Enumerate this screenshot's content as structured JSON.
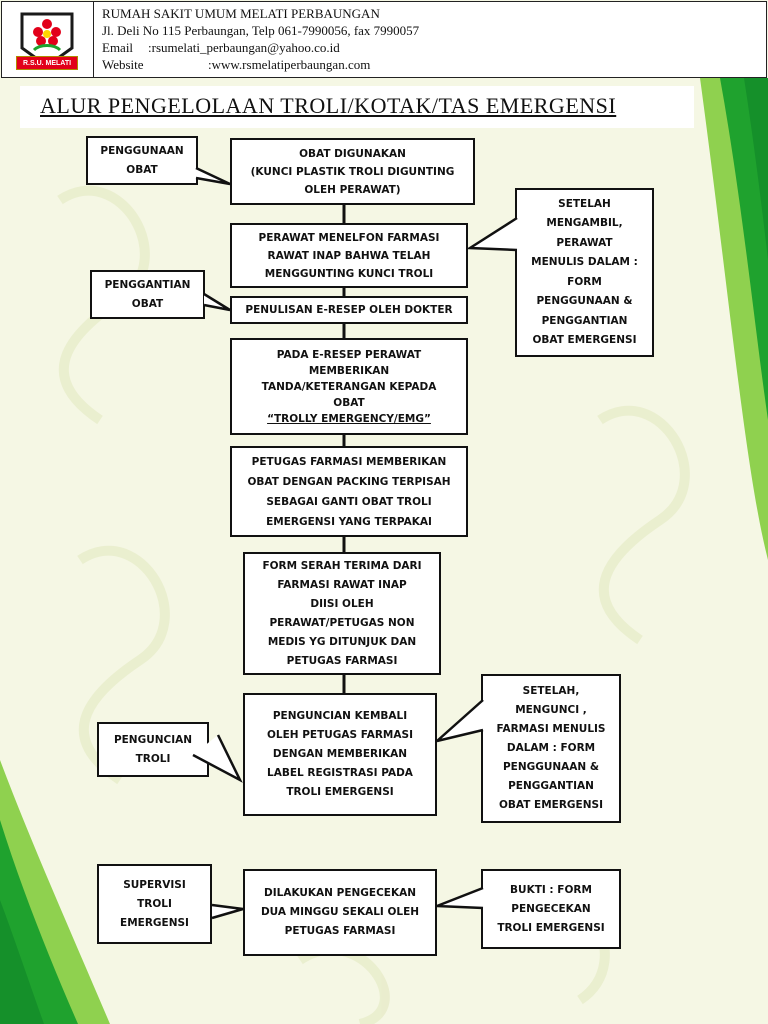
{
  "header": {
    "hospital_name": "RUMAH SAKIT UMUM MELATI PERBAUNGAN",
    "address": "Jl. Deli No 115 Perbaungan, Telp 061-7990056, fax 7990057",
    "email_label": "Email",
    "email_value": ":rsumelati_perbaungan@yahoo.co.id",
    "website_label": "Website",
    "website_value": ":www.rsmelatiperbaungan.com",
    "logo_text": "R.S.U. MELATI"
  },
  "title": "ALUR PENGELOLAAN TROLI/KOTAK/TAS EMERGENSI",
  "flow": [
    {
      "lines": [
        "OBAT DIGUNAKAN",
        "(KUNCI PLASTIK TROLI DIGUNTING",
        "OLEH PERAWAT)"
      ]
    },
    {
      "lines": [
        "PERAWAT MENELFON FARMASI",
        "RAWAT INAP BAHWA TELAH",
        "MENGGUNTING  KUNCI TROLI"
      ]
    },
    {
      "lines": [
        "PENULISAN E-RESEP OLEH DOKTER"
      ]
    },
    {
      "lines": [
        "PADA E-RESEP PERAWAT",
        "MEMBERIKAN",
        "TANDA/KETERANGAN KEPADA",
        "OBAT",
        "“TROLLY EMERGENCY/EMG”"
      ]
    },
    {
      "lines": [
        "PETUGAS FARMASI MEMBERIKAN",
        "OBAT DENGAN PACKING TERPISAH",
        "SEBAGAI GANTI OBAT TROLI",
        "EMERGENSI YANG TERPAKAI"
      ]
    },
    {
      "lines": [
        "FORM SERAH TERIMA DARI",
        "FARMASI RAWAT INAP",
        "DIISI OLEH",
        "PERAWAT/PETUGAS NON",
        "MEDIS YG DITUNJUK DAN",
        "PETUGAS FARMASI"
      ]
    },
    {
      "lines": [
        "PENGUNCIAN KEMBALI",
        "OLEH PETUGAS FARMASI",
        "DENGAN MEMBERIKAN",
        "LABEL REGISTRASI PADA",
        "TROLI EMERGENSI"
      ]
    },
    {
      "lines": [
        "DILAKUKAN PENGECEKAN",
        "DUA MINGGU SEKALI OLEH",
        "PETUGAS FARMASI"
      ]
    }
  ],
  "left_labels": [
    {
      "lines": [
        "PENGGUNAAN",
        "OBAT"
      ]
    },
    {
      "lines": [
        "PENGGANTIAN",
        "OBAT"
      ]
    },
    {
      "lines": [
        "PENGUNCIAN",
        "TROLI"
      ]
    },
    {
      "lines": [
        "SUPERVISI",
        "TROLI",
        "EMERGENSI"
      ]
    }
  ],
  "right_notes": [
    {
      "lines": [
        "SETELAH",
        "MENGAMBIL,",
        "PERAWAT",
        "MENULIS DALAM :",
        "FORM",
        "PENGGUNAAN &",
        "PENGGANTIAN",
        "OBAT EMERGENSI"
      ]
    },
    {
      "lines": [
        "SETELAH,",
        "MENGUNCI ,",
        "FARMASI MENULIS",
        "DALAM : FORM",
        "PENGGUNAAN &",
        "PENGGANTIAN",
        "OBAT EMERGENSI"
      ]
    },
    {
      "lines": [
        "BUKTI : FORM",
        "PENGECEKAN",
        "TROLI EMERGENSI"
      ]
    }
  ],
  "colors": {
    "green_dark": "#1fa22e",
    "green_light": "#8fd14f",
    "background": "#f5f7e4",
    "logo_red": "#e2001a"
  }
}
